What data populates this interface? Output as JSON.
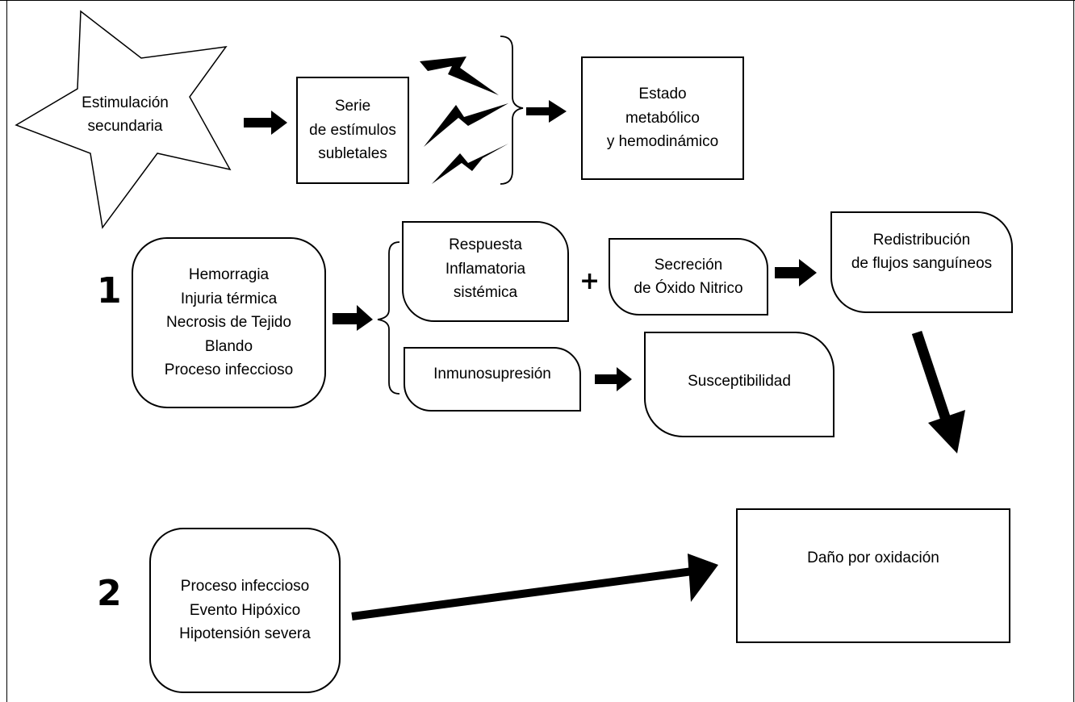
{
  "star": {
    "lines": [
      "Estimulación",
      "secundaria"
    ]
  },
  "serie": {
    "lines": [
      "Serie",
      "de estímulos",
      "subletales"
    ]
  },
  "estado": {
    "lines": [
      "Estado",
      "metabólico",
      "y hemodinámico"
    ]
  },
  "row1": {
    "number": "1",
    "causes": [
      "Hemorragia",
      "Injuria térmica",
      "Necrosis de Tejido",
      "Blando",
      "Proceso infeccioso"
    ],
    "respuesta": [
      "Respuesta",
      "Inflamatoria",
      "sistémica"
    ],
    "plus": "+",
    "secrecion": [
      "Secreción",
      "de Óxido Nitrico"
    ],
    "redistribucion": [
      "Redistribución",
      "de flujos sanguíneos"
    ],
    "inmuno": [
      "Inmunosupresión"
    ],
    "suscept": [
      "Susceptibilidad"
    ]
  },
  "row2": {
    "number": "2",
    "causes": [
      "Proceso infeccioso",
      "Evento Hipóxico",
      "Hipotensión severa"
    ],
    "dano": [
      "Daño por oxidación"
    ]
  }
}
